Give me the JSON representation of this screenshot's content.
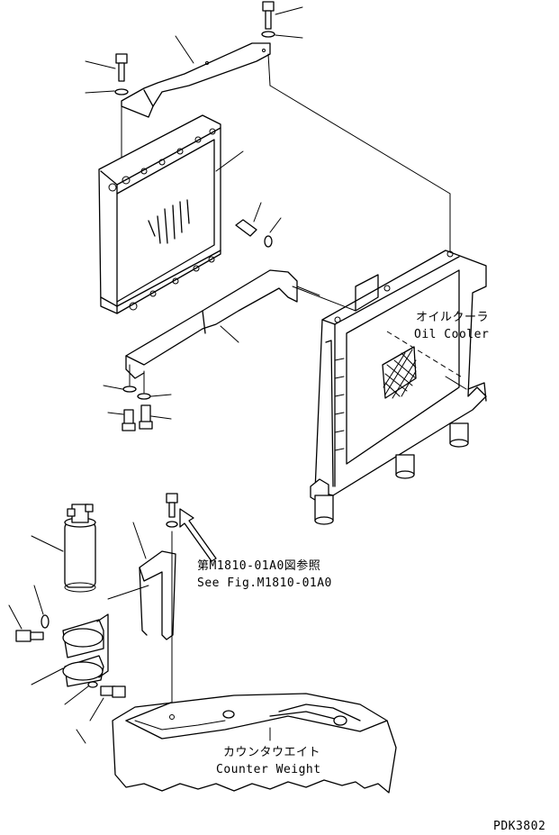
{
  "labels": {
    "oil_cooler_jp": "オイルクーラ",
    "oil_cooler_en": "Oil Cooler",
    "see_fig_jp": "第M1810-01A0図参照",
    "see_fig_en": "See Fig.M1810-01A0",
    "counterweight_jp": "カウンタウエイト",
    "counterweight_en": "Counter Weight",
    "drawing_code": "PDK3802"
  },
  "colors": {
    "line": "#000000",
    "background": "#ffffff"
  }
}
